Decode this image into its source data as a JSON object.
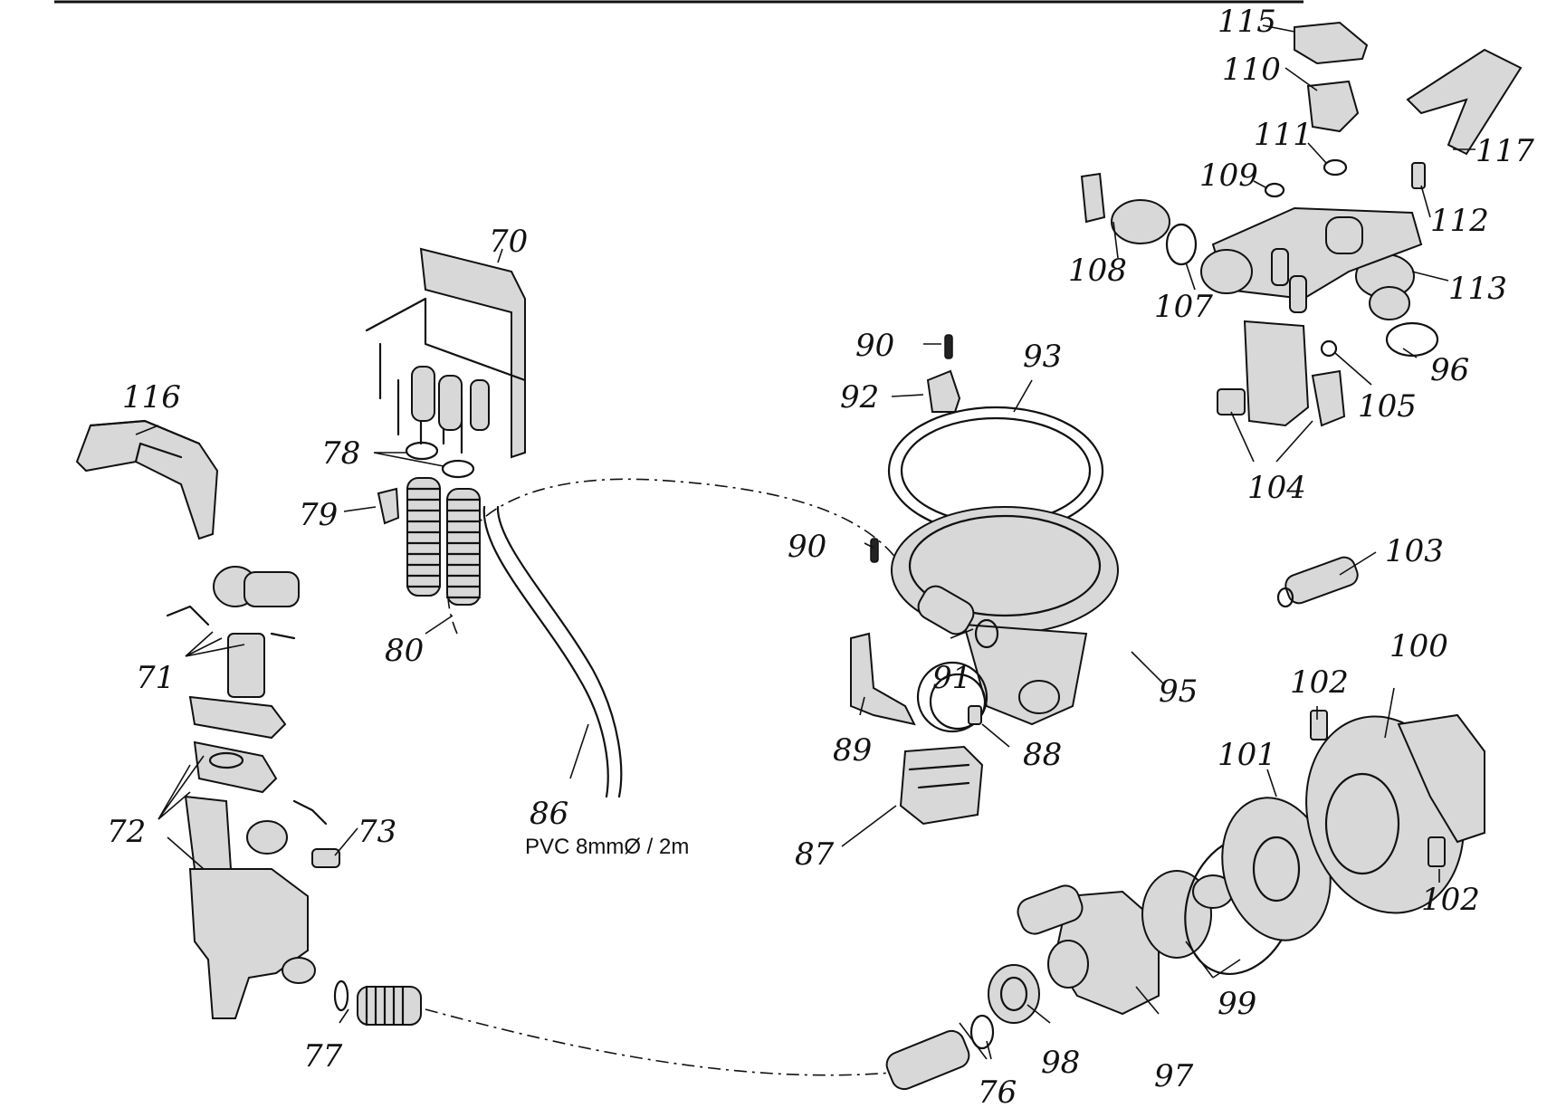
{
  "diagram": {
    "labels": {
      "p70": "70",
      "p71": "71",
      "p72": "72",
      "p73": "73",
      "p76": "76",
      "p77": "77",
      "p78": "78",
      "p79": "79",
      "p80": "80",
      "p86": "86",
      "p87": "87",
      "p88": "88",
      "p89": "89",
      "p90a": "90",
      "p90b": "90",
      "p91": "91",
      "p92": "92",
      "p93": "93",
      "p95": "95",
      "p96": "96",
      "p97": "97",
      "p98": "98",
      "p99": "99",
      "p100": "100",
      "p101": "101",
      "p102a": "102",
      "p102b": "102",
      "p103": "103",
      "p104": "104",
      "p105": "105",
      "p107": "107",
      "p108": "108",
      "p109": "109",
      "p110": "110",
      "p111": "111",
      "p112": "112",
      "p113": "113",
      "p115": "115",
      "p116": "116",
      "p117": "117"
    },
    "hose_note": "PVC 8mmØ / 2m"
  }
}
